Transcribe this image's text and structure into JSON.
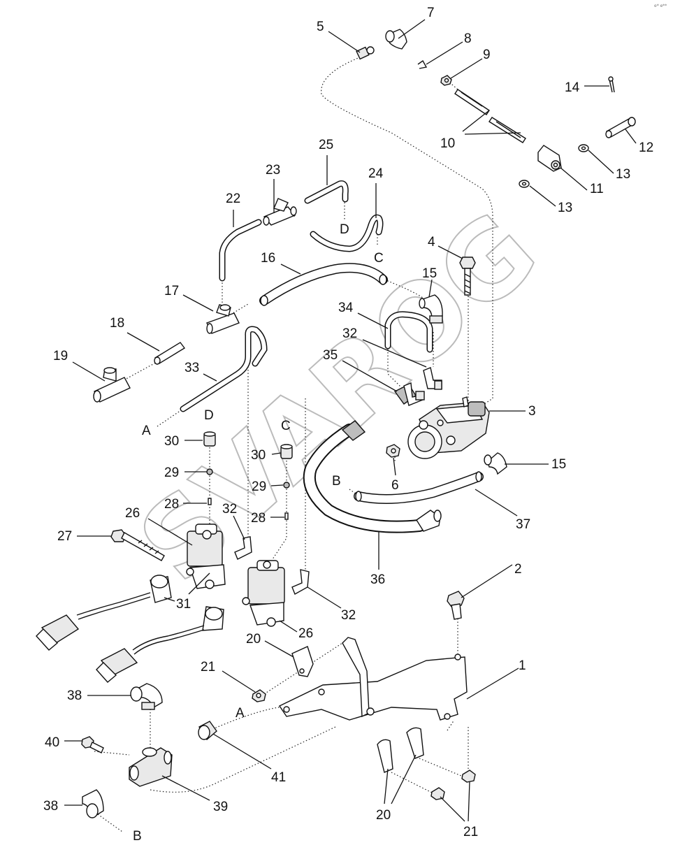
{
  "watermark": "SVAROG",
  "corner_mark": "e* e**",
  "callouts": [
    {
      "id": "c1",
      "text": "1"
    },
    {
      "id": "c2",
      "text": "2"
    },
    {
      "id": "c3",
      "text": "3"
    },
    {
      "id": "c4",
      "text": "4"
    },
    {
      "id": "c5",
      "text": "5"
    },
    {
      "id": "c6",
      "text": "6"
    },
    {
      "id": "c7",
      "text": "7"
    },
    {
      "id": "c8",
      "text": "8"
    },
    {
      "id": "c9",
      "text": "9"
    },
    {
      "id": "c10",
      "text": "10"
    },
    {
      "id": "c11",
      "text": "11"
    },
    {
      "id": "c12",
      "text": "12"
    },
    {
      "id": "c13a",
      "text": "13"
    },
    {
      "id": "c13b",
      "text": "13"
    },
    {
      "id": "c14",
      "text": "14"
    },
    {
      "id": "c15a",
      "text": "15"
    },
    {
      "id": "c15b",
      "text": "15"
    },
    {
      "id": "c16",
      "text": "16"
    },
    {
      "id": "c17",
      "text": "17"
    },
    {
      "id": "c18",
      "text": "18"
    },
    {
      "id": "c19",
      "text": "19"
    },
    {
      "id": "c20a",
      "text": "20"
    },
    {
      "id": "c20b",
      "text": "20"
    },
    {
      "id": "c21a",
      "text": "21"
    },
    {
      "id": "c21b",
      "text": "21"
    },
    {
      "id": "c22",
      "text": "22"
    },
    {
      "id": "c23",
      "text": "23"
    },
    {
      "id": "c24",
      "text": "24"
    },
    {
      "id": "c25",
      "text": "25"
    },
    {
      "id": "c26a",
      "text": "26"
    },
    {
      "id": "c26b",
      "text": "26"
    },
    {
      "id": "c27",
      "text": "27"
    },
    {
      "id": "c28a",
      "text": "28"
    },
    {
      "id": "c28b",
      "text": "28"
    },
    {
      "id": "c29a",
      "text": "29"
    },
    {
      "id": "c29b",
      "text": "29"
    },
    {
      "id": "c30a",
      "text": "30"
    },
    {
      "id": "c30b",
      "text": "30"
    },
    {
      "id": "c31",
      "text": "31"
    },
    {
      "id": "c32a",
      "text": "32"
    },
    {
      "id": "c32b",
      "text": "32"
    },
    {
      "id": "c32c",
      "text": "32"
    },
    {
      "id": "c33",
      "text": "33"
    },
    {
      "id": "c34",
      "text": "34"
    },
    {
      "id": "c35",
      "text": "35"
    },
    {
      "id": "c36",
      "text": "36"
    },
    {
      "id": "c37",
      "text": "37"
    },
    {
      "id": "c38a",
      "text": "38"
    },
    {
      "id": "c38b",
      "text": "38"
    },
    {
      "id": "c39",
      "text": "39"
    },
    {
      "id": "c40",
      "text": "40"
    },
    {
      "id": "c41",
      "text": "41"
    }
  ],
  "connection_letters": [
    {
      "id": "D1",
      "text": "D"
    },
    {
      "id": "C1",
      "text": "C"
    },
    {
      "id": "A1",
      "text": "A"
    },
    {
      "id": "D2",
      "text": "D"
    },
    {
      "id": "C2",
      "text": "C"
    },
    {
      "id": "B1",
      "text": "B"
    },
    {
      "id": "A2",
      "text": "A"
    },
    {
      "id": "B2",
      "text": "B"
    }
  ]
}
